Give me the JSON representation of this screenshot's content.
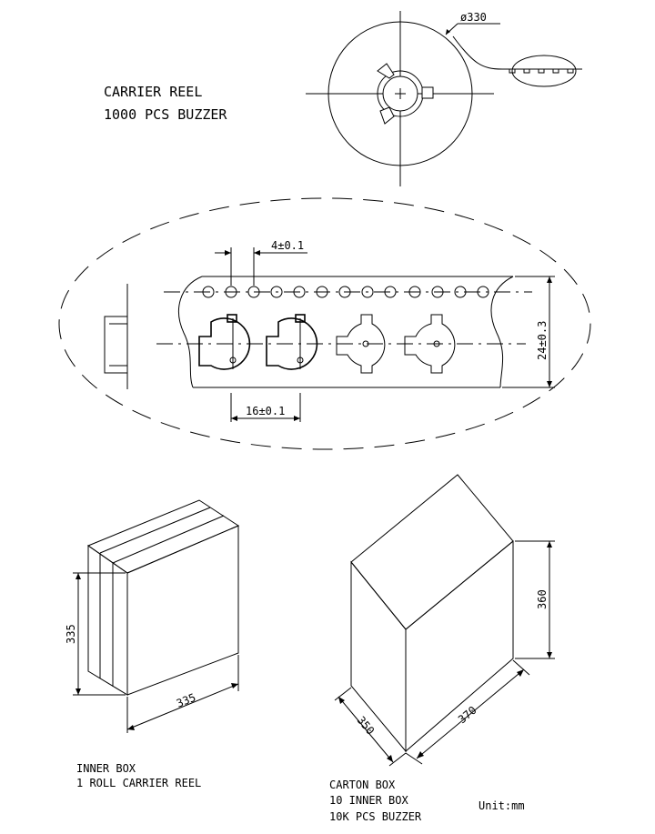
{
  "reel": {
    "title_line1": "CARRIER REEL",
    "title_line2": "1000 PCS BUZZER",
    "diameter_label": "ø330"
  },
  "tape": {
    "pitch_hole_label": "4±0.1",
    "pitch_component_label": "16±0.1",
    "width_label": "24±0.3"
  },
  "inner_box": {
    "height_label": "335",
    "width_label": "335",
    "caption_line1": "INNER BOX",
    "caption_line2": "1 ROLL CARRIER REEL"
  },
  "carton_box": {
    "height_label": "360",
    "depth_label": "350",
    "width_label": "370",
    "caption_line1": "CARTON BOX",
    "caption_line2": "10 INNER BOX",
    "caption_line3": "10K PCS BUZZER"
  },
  "unit_label": "Unit:mm",
  "colors": {
    "ink": "#000000",
    "paper": "#ffffff"
  }
}
